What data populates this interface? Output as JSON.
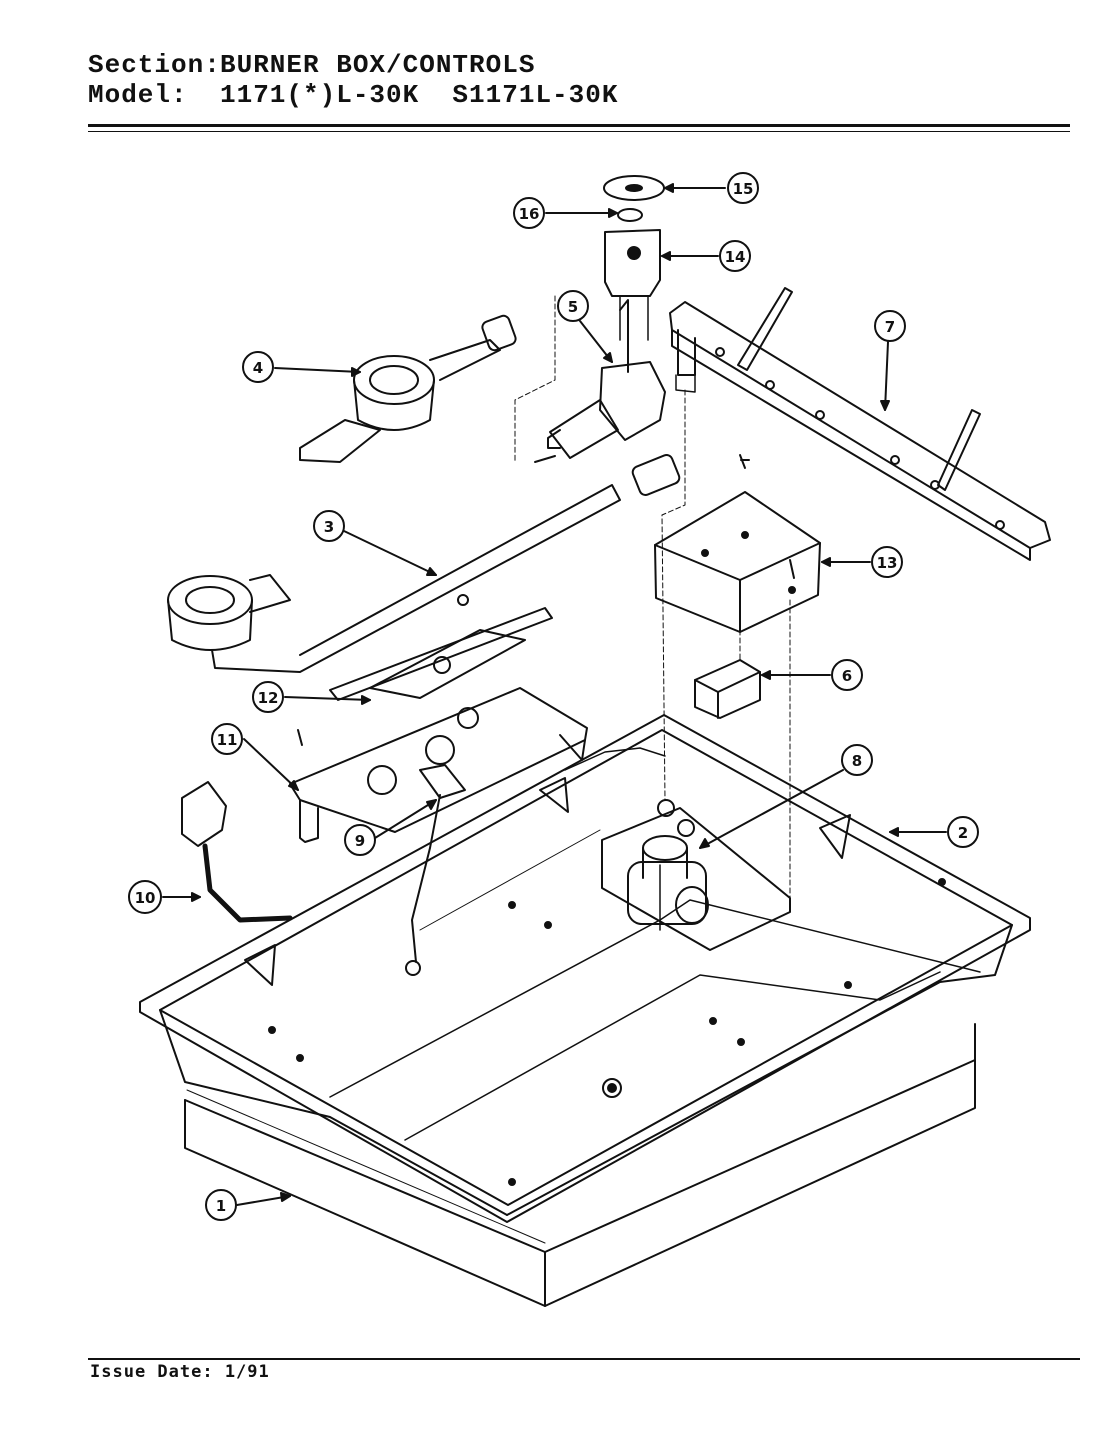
{
  "header": {
    "section_label": "Section:",
    "section_value": "BURNER BOX/CONTROLS",
    "model_label": "Model:",
    "model_value": "1171(*)L-30K  S1171L-30K"
  },
  "footer": {
    "issue_date": "Issue Date: 1/91"
  },
  "callouts": [
    "1",
    "2",
    "3",
    "4",
    "5",
    "6",
    "7",
    "8",
    "9",
    "10",
    "11",
    "12",
    "13",
    "14",
    "15",
    "16"
  ],
  "colors": {
    "ink": "#111111",
    "paper": "#ffffff"
  }
}
